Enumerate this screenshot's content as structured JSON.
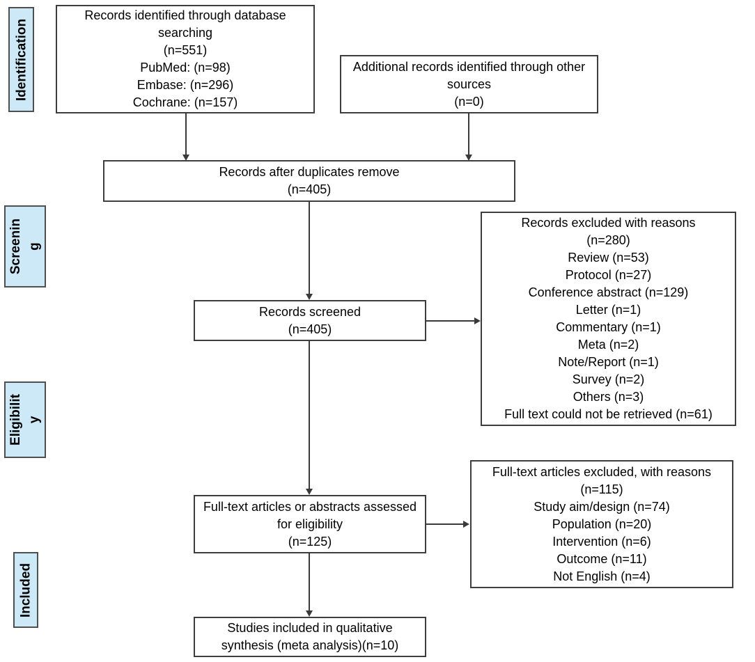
{
  "diagram": {
    "type": "prisma-flowchart",
    "stage_labels": [
      {
        "id": "identification",
        "lines": [
          "Identification"
        ]
      },
      {
        "id": "screening",
        "lines": [
          "Screenin",
          "g"
        ]
      },
      {
        "id": "eligibility",
        "lines": [
          "Eligibilit",
          "y"
        ]
      },
      {
        "id": "included",
        "lines": [
          "Included"
        ]
      }
    ],
    "boxes": {
      "identified": {
        "lines": [
          "Records identified through database searching",
          "(n=551)",
          "PubMed: (n=98)",
          "Embase: (n=296)",
          "Cochrane: (n=157)"
        ]
      },
      "additional": {
        "lines": [
          "Additional records identified through other sources",
          "(n=0)"
        ]
      },
      "deduplicated": {
        "lines": [
          "Records after duplicates remove",
          "(n=405)"
        ]
      },
      "screened": {
        "lines": [
          "Records screened",
          "(n=405)"
        ]
      },
      "records_excluded": {
        "lines": [
          "Records excluded with reasons",
          "(n=280)",
          "Review (n=53)",
          "Protocol (n=27)",
          "Conference abstract (n=129)",
          "Letter (n=1)",
          "Commentary (n=1)",
          "Meta (n=2)",
          "Note/Report (n=1)",
          "Survey (n=2)",
          "Others (n=3)",
          "Full text could not be retrieved (n=61)"
        ]
      },
      "fulltext_assessed": {
        "lines": [
          "Full-text articles or abstracts assessed for eligibility",
          "(n=125)"
        ]
      },
      "fulltext_excluded": {
        "lines": [
          "Full-text articles excluded, with reasons",
          "(n=115)",
          "Study aim/design (n=74)",
          "Population (n=20)",
          "Intervention (n=6)",
          "Outcome (n=11)",
          "Not English (n=4)"
        ]
      },
      "included_synthesis": {
        "lines": [
          "Studies included in qualitative synthesis (meta analysis)(n=10)"
        ]
      }
    },
    "colors": {
      "stage_label_fill": "#cde9f8",
      "box_border": "#3d3d3d",
      "arrow": "#3a3a3a",
      "text": "#000000",
      "background": "#ffffff"
    }
  }
}
